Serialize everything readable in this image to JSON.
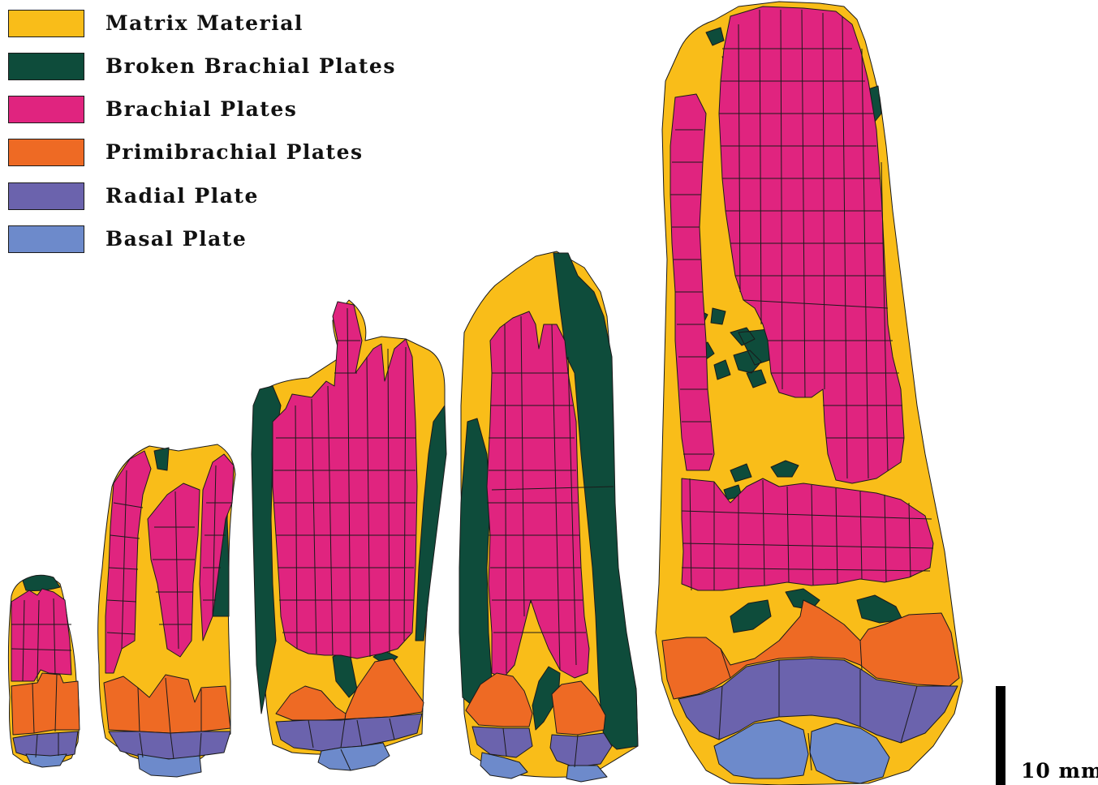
{
  "legend": {
    "items": [
      {
        "label": "Matrix Material",
        "color": "#F9BD19"
      },
      {
        "label": "Broken Brachial Plates",
        "color": "#0E4C3B"
      },
      {
        "label": "Brachial Plates",
        "color": "#E0247F"
      },
      {
        "label": "Primibrachial Plates",
        "color": "#EE6A24"
      },
      {
        "label": "Radial Plate",
        "color": "#6B63AD"
      },
      {
        "label": "Basal Plate",
        "color": "#6D8ACB"
      }
    ]
  },
  "scale": {
    "label": "10 mm"
  }
}
